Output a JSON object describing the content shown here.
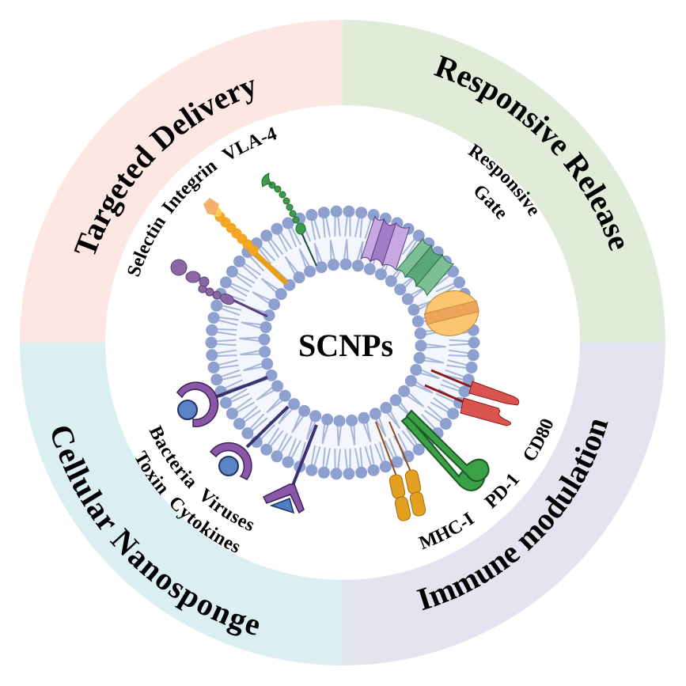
{
  "title": "SCNPs",
  "colors": {
    "quadrant_top_left": "#fde7e2",
    "quadrant_top_right": "#e0ecd9",
    "quadrant_bottom_left": "#dbeef2",
    "quadrant_bottom_right": "#e4e4f1",
    "lipid_head": "#8da0cf",
    "lipid_tail": "#a8b6d8",
    "membrane_fill": "#f3f6fc"
  },
  "quadrants": [
    {
      "id": "targeted-delivery",
      "title": "Targeted Delivery"
    },
    {
      "id": "responsive-release",
      "title": "Responsive Release"
    },
    {
      "id": "cellular-nanosponge",
      "title": "Cellular Nanosponge"
    },
    {
      "id": "immune-modulation",
      "title": "Immune modulation"
    }
  ],
  "labels": {
    "selectin": "Selectin",
    "integrin": "Integrin",
    "vla4": "VLA-4",
    "responsive_gate_1": "Responsive",
    "responsive_gate_2": "Gate",
    "bacteria": "Bacteria",
    "toxin": "Toxin",
    "viruses": "Viruses",
    "cytokines": "Cytokines",
    "mhc1": "MHC-I",
    "pd1": "PD-1",
    "cd80": "CD80"
  }
}
